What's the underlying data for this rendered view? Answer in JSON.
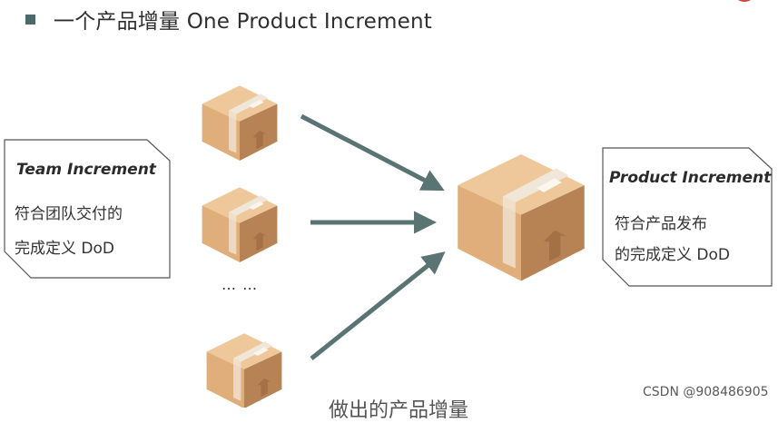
{
  "header": {
    "title": "一个产品增量 One Product Increment"
  },
  "team_note": {
    "heading": "Team Increment",
    "line1": "符合团队交付的",
    "line2": "完成定义 DoD"
  },
  "product_note": {
    "heading": "Product Increment",
    "line1": "符合产品发布",
    "line2": "的完成定义 DoD"
  },
  "ellipsis": "… …",
  "subtitle": "做出的产品增量",
  "watermark": "CSDN @908486905",
  "colors": {
    "arrow": "#5a7474",
    "box_top": "#eec89a",
    "box_left": "#dfae7a",
    "box_right": "#b88354",
    "tape": "#f1e7d9",
    "bullet": "#4d6a6b"
  },
  "icons": [
    "cardboard-box-icon",
    "right-arrow-icon"
  ]
}
